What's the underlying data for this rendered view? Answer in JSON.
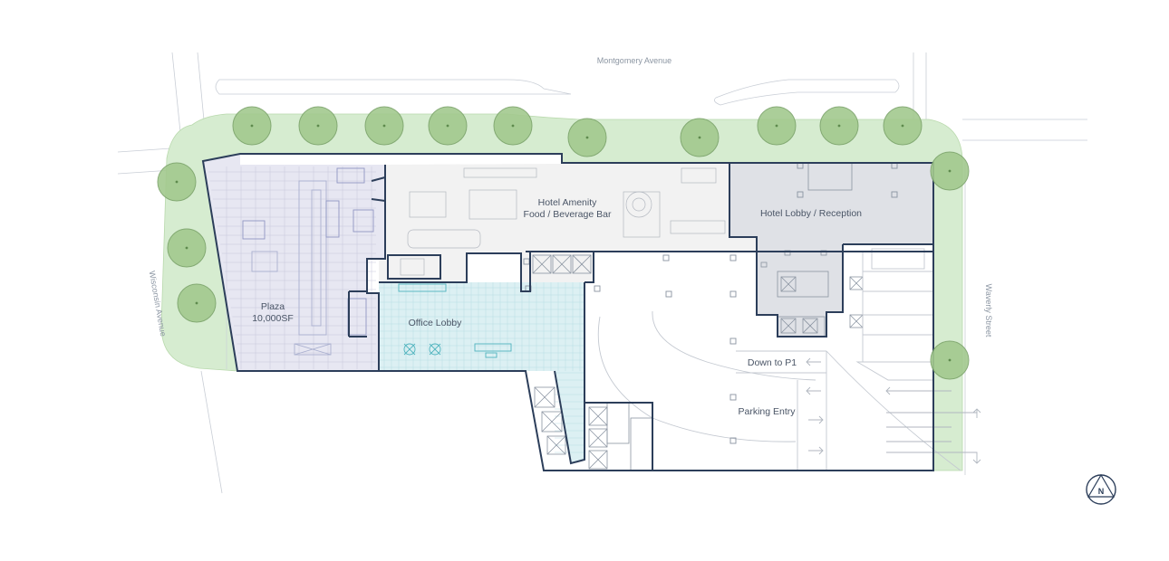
{
  "streets": {
    "north": "Montgomery Avenue",
    "west": "Wisconsin Avenue",
    "east": "Waverly Street"
  },
  "spaces": {
    "plaza_name": "Plaza",
    "plaza_area": "10,000SF",
    "office_lobby": "Office Lobby",
    "amenity_line1": "Hotel Amenity",
    "amenity_line2": "Food / Beverage Bar",
    "hotel_lobby": "Hotel Lobby / Reception",
    "down_to_p1": "Down to P1",
    "parking_entry": "Parking Entry"
  },
  "compass": {
    "letter": "N"
  },
  "colors": {
    "landscape": "#d6ecd0",
    "plaza": "#e7e7f2",
    "office_lobby": "#dcf0f3",
    "amenity": "#f2f2f2",
    "hotel_lobby": "#dfe1e6",
    "wall": "#2c3e5a",
    "tree": "#a3c98e"
  }
}
